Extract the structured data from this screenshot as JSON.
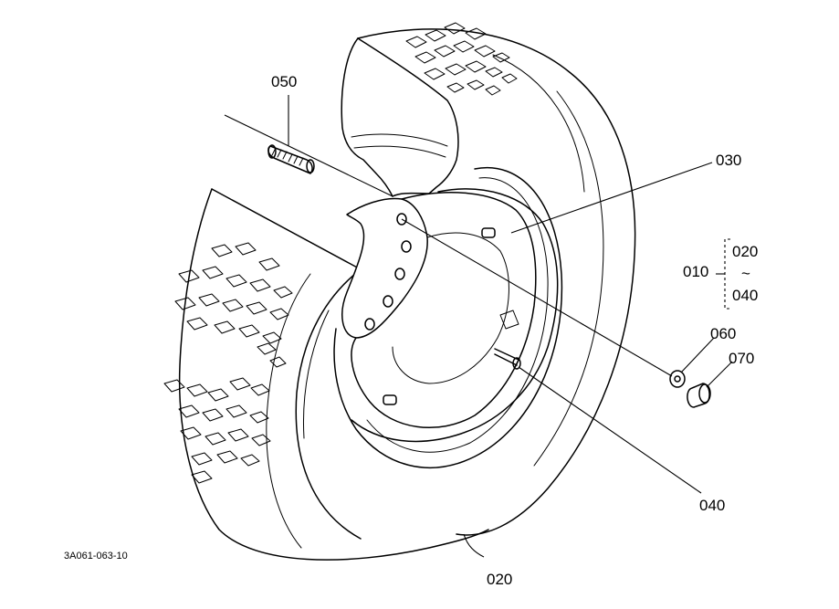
{
  "drawing_ref": "3A061-063-10",
  "parts": {
    "p010": "010",
    "p020_main": "020",
    "p020_range_top": "020",
    "range_tilde": "~",
    "p040_range_bottom": "040",
    "p030": "030",
    "p040": "040",
    "p050": "050",
    "p060": "060",
    "p070": "070"
  }
}
